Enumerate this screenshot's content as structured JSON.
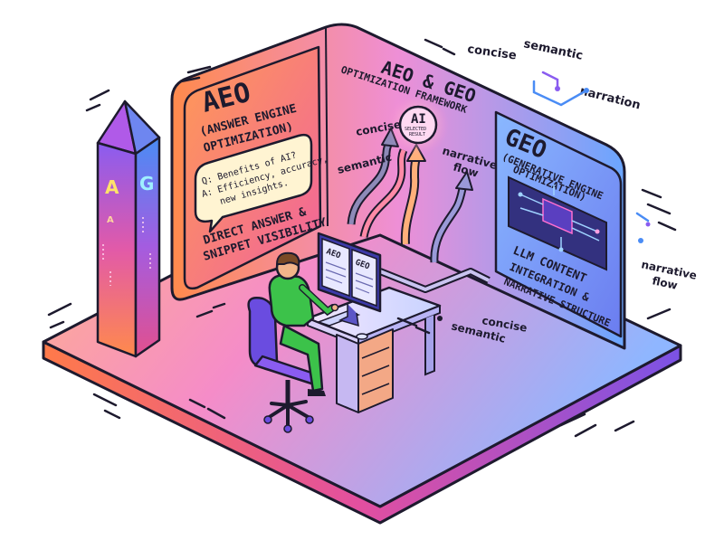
{
  "colors": {
    "outline": "#1d1a2e",
    "orange": "#ff8a4c",
    "pink": "#ee5fa6",
    "purple": "#8a5cf0",
    "blue": "#4a8cf5",
    "green": "#3cc24a",
    "screen": "#3c3aa8"
  },
  "aeo_panel": {
    "title": "AEO",
    "subtitle_1": "(ANSWER ENGINE",
    "subtitle_2": "OPTIMIZATION)",
    "question": "Q: Benefits of AI?",
    "answer_1": "A: Efficiency, accuracy,",
    "answer_2": "new insights.",
    "footer_1": "DIRECT ANSWER &",
    "footer_2": "SNIPPET VISIBILITY"
  },
  "framework": {
    "title": "AEO & GEO",
    "subtitle": "OPTIMIZATION FRAMEWORK",
    "badge_main": "AI",
    "badge_sub_1": "SELECTED",
    "badge_sub_2": "RESULT",
    "arrow_labels": [
      "concise",
      "semantic",
      "narrative",
      "flow"
    ]
  },
  "geo_panel": {
    "title": "GEO",
    "subtitle_1": "(GENERATIVE ENGINE",
    "subtitle_2": "OPTIMIZATION)",
    "footer_1": "LLM CONTENT",
    "footer_2": "INTEGRATION &",
    "footer_3": "NARRATIVE STRUCTURE"
  },
  "monitor": {
    "left_label": "AEO",
    "right_label": "GEO"
  },
  "pillar": {
    "glyph_1": "A",
    "glyph_2": "G",
    "glyph_3": "A"
  },
  "floating": {
    "top_1": "concise",
    "top_2": "semantic",
    "top_3": "narration",
    "side_1": "narrative",
    "side_2": "flow",
    "floor_1": "concise",
    "floor_2": "semantic"
  }
}
